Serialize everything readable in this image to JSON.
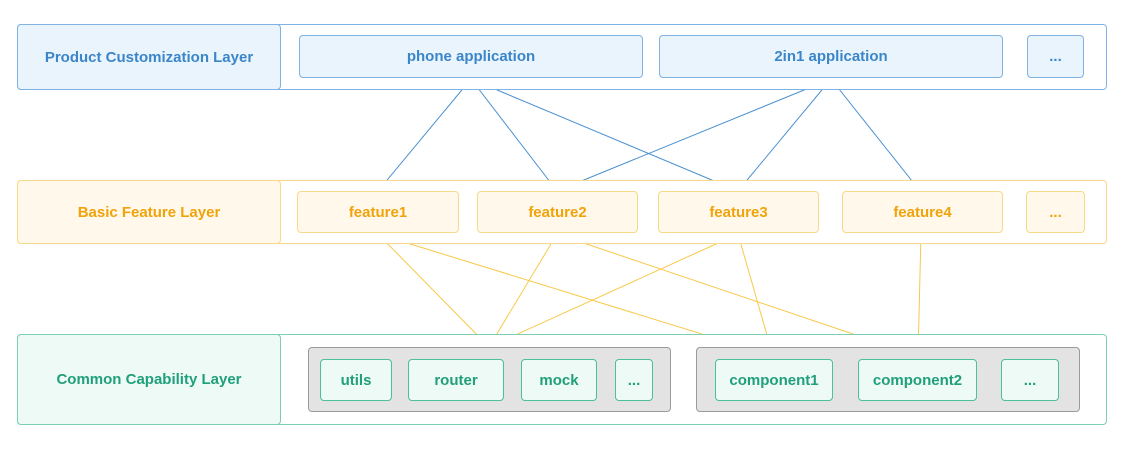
{
  "product_layer": {
    "label": "Product Customization Layer",
    "apps": [
      "phone application",
      "2in1 application",
      "..."
    ]
  },
  "feature_layer": {
    "label": "Basic Feature Layer",
    "features": [
      "feature1",
      "feature2",
      "feature3",
      "feature4",
      "..."
    ]
  },
  "common_layer": {
    "label": "Common Capability Layer",
    "group1": [
      "utils",
      "router",
      "mock",
      "..."
    ],
    "group2": [
      "component1",
      "component2",
      "..."
    ]
  },
  "colors": {
    "product_accent": "#3a86c8",
    "feature_accent": "#f0a30a",
    "common_accent": "#1f9f7a",
    "product_arrow": "#4a90d0",
    "feature_arrow": "#f7c948"
  }
}
